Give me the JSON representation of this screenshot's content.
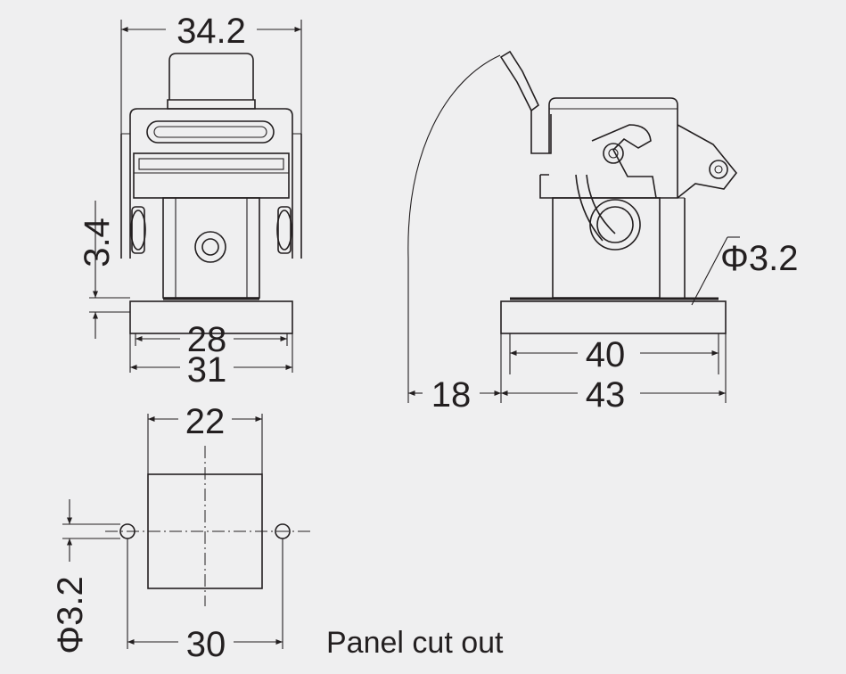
{
  "dimensions": {
    "front_width_overall": "34.2",
    "front_offset_height": "3.4",
    "front_inner_base": "28",
    "front_outer_base": "31",
    "side_hole_diameter": "Φ3.2",
    "side_lever_clearance": "18",
    "side_inner_base": "40",
    "side_outer_base": "43",
    "cutout_width": "22",
    "cutout_hole_spacing": "30",
    "cutout_hole_diameter": "Φ3.2"
  },
  "caption": "Panel cut out",
  "colors": {
    "background": "#efeff0",
    "line": "#231f20"
  }
}
